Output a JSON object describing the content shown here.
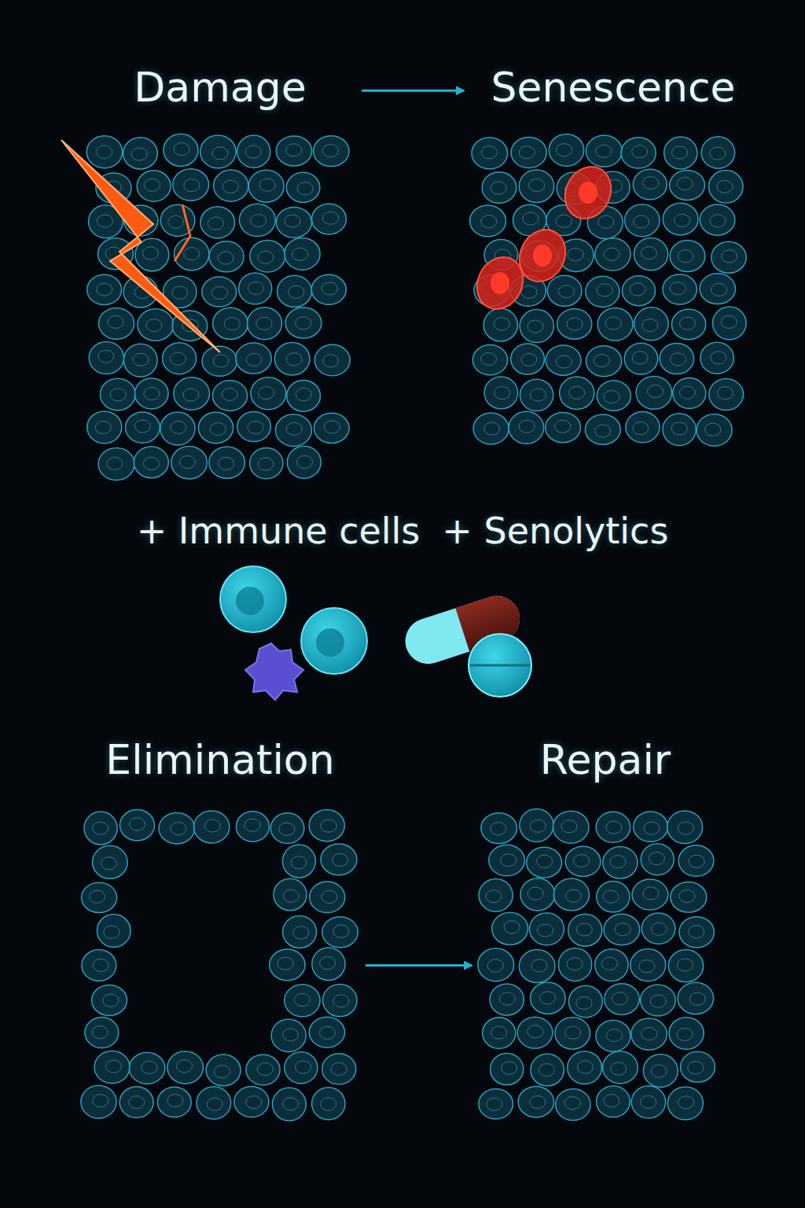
{
  "diagram": {
    "nodes": [
      {
        "text": [
          "Damage"
        ]
      },
      {
        "text": [
          "Senescence"
        ]
      },
      {
        "text": [
          "Elimination"
        ]
      },
      {
        "text": [
          "Repair"
        ]
      }
    ],
    "edges": [
      {
        "from": 0,
        "to": 1,
        "arrow": "to"
      },
      {
        "from": 2,
        "to": 3,
        "arrow": "to"
      }
    ],
    "labels": [
      "+ Immune cells",
      "+ Senolytics"
    ]
  }
}
